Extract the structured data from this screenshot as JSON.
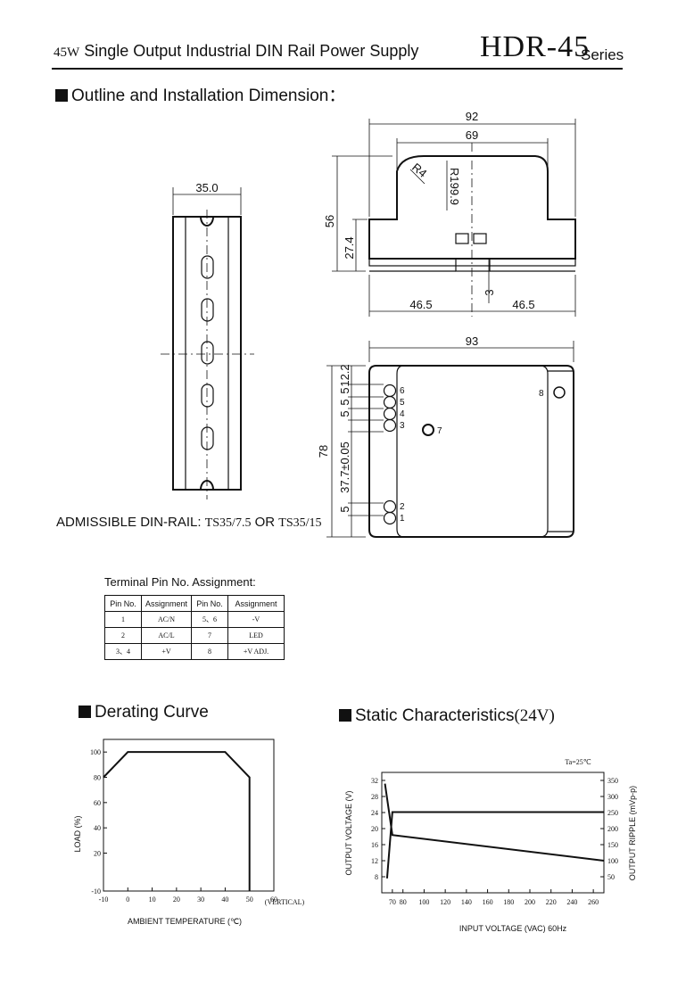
{
  "header": {
    "power": "45W",
    "title": "Single Output Industrial DIN Rail Power Supply",
    "model": "HDR-45",
    "series": "Series"
  },
  "outline": {
    "heading": "Outline and Installation Dimension：",
    "dims": {
      "width_top": "92",
      "width_inner": "69",
      "r4": "R4",
      "r199": "R199.9",
      "h56": "56",
      "h27": "27.4",
      "d3": "3",
      "half_left": "46.5",
      "half_right": "46.5",
      "rail": "35.0",
      "width_bottom": "93",
      "h78": "78",
      "p12": "12.2",
      "p5a": "5",
      "p5b": "5",
      "p5c": "5",
      "p37": "37.7±0.05",
      "p5d": "5"
    },
    "pins": [
      "6",
      "5",
      "4",
      "3",
      "2",
      "1"
    ],
    "pin7": "7",
    "pin8": "8"
  },
  "din_rail": {
    "label": "ADMISSIBLE DIN-RAIL:",
    "opt1": "TS35/7.5",
    "or": "OR",
    "opt2": "TS35/15"
  },
  "terminal": {
    "title": "Terminal Pin No. Assignment:",
    "headers": [
      "Pin No.",
      "Assignment",
      "Pin No.",
      "Assignment"
    ],
    "rows": [
      [
        "1",
        "AC/N",
        "5、6",
        "-V"
      ],
      [
        "2",
        "AC/L",
        "7",
        "LED"
      ],
      [
        "3、4",
        "+V",
        "8",
        "+V ADJ."
      ]
    ]
  },
  "derating": {
    "heading": "Derating Curve",
    "ylabel": "LOAD (%)",
    "xlabel": "AMBIENT TEMPERATURE (℃)",
    "xnote": "(VERTICAL)"
  },
  "static": {
    "heading": "Static Characteristics",
    "heading_suffix": "(24V)",
    "ylabel_left": "OUTPUT VOLTAGE (V)",
    "ylabel_right": "OUTPUT RIPPLE (mVp-p)",
    "xlabel": "INPUT VOLTAGE (VAC) 60Hz",
    "note": "Ta=25℃"
  },
  "chart_data": [
    {
      "type": "line",
      "title": "Derating Curve",
      "xlabel": "AMBIENT TEMPERATURE (℃)",
      "ylabel": "LOAD (%)",
      "xlim": [
        -10,
        60
      ],
      "ylim": [
        -10,
        110
      ],
      "xticks": [
        -10,
        0,
        10,
        20,
        30,
        40,
        50,
        60
      ],
      "yticks": [
        -10,
        20,
        40,
        60,
        80,
        100
      ],
      "grid": false,
      "series": [
        {
          "x": [
            -10,
            0,
            40,
            50,
            50
          ],
          "y": [
            80,
            100,
            100,
            80,
            -10
          ]
        }
      ]
    },
    {
      "type": "line",
      "title": "Static Characteristics (24V)",
      "xlabel": "INPUT VOLTAGE (VAC) 60Hz",
      "ylabel": "OUTPUT VOLTAGE (V)",
      "y2label": "OUTPUT RIPPLE (mVp-p)",
      "xlim": [
        60,
        270
      ],
      "ylim": [
        4,
        34
      ],
      "y2lim": [
        0,
        375
      ],
      "xticks": [
        70,
        80,
        100,
        120,
        140,
        160,
        180,
        200,
        220,
        240,
        260
      ],
      "yticks": [
        8,
        12,
        16,
        20,
        24,
        28,
        32
      ],
      "y2ticks": [
        50,
        100,
        150,
        200,
        250,
        300,
        350
      ],
      "grid": false,
      "series": [
        {
          "axis": "left",
          "x": [
            65,
            70,
            270
          ],
          "y": [
            7.6,
            24.1,
            24.1
          ]
        },
        {
          "axis": "right",
          "x": [
            63,
            70,
            270
          ],
          "y": [
            340,
            180,
            100
          ]
        }
      ]
    }
  ]
}
